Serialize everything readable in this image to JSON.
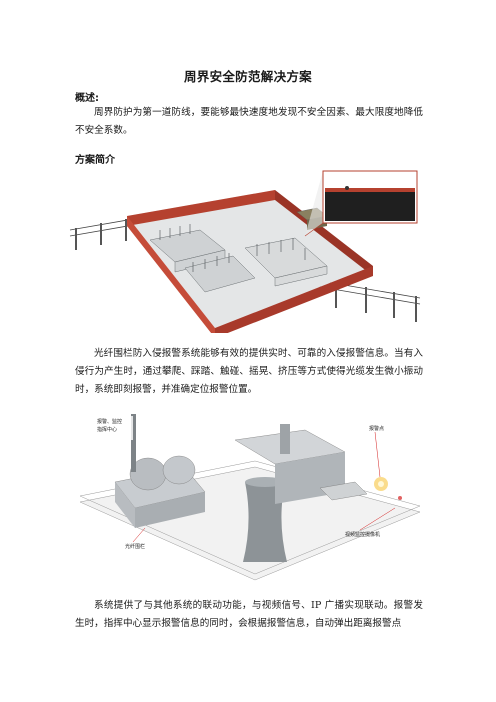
{
  "document": {
    "title": "周界安全防范解决方案",
    "overview_heading": "概述:",
    "overview_text": "周界防护为第一道防线，要能够最快速度地发现不安全因素、最大限度地降低不安全系数。",
    "plan_heading": "方案简介",
    "para2": "光纤围栏防入侵报警系统能够有效的提供实时、可靠的入侵报警信息。当有入侵行为产生时，通过攀爬、踩踏、触碰、摇晃、挤压等方式使得光缆发生微小振动时，系统即刻报警，并准确定位报警位置。",
    "para3": "系统提供了与其他系统的联动功能，与视频信号、IP 广播实现联动。报警发生时，指挥中心显示报警信息的同时，会根据报警信息，自动弹出距离报警点"
  },
  "figure2": {
    "label_center_line1": "报警、监控",
    "label_center_line2": "指挥中心",
    "label_alarm": "报警点",
    "label_camera": "视频监控摄像机",
    "label_fence": "光纤围栏"
  },
  "colors": {
    "wall_red": "#b5412f",
    "roof_gray": "#cfd2d4",
    "label_red": "#d42020"
  }
}
